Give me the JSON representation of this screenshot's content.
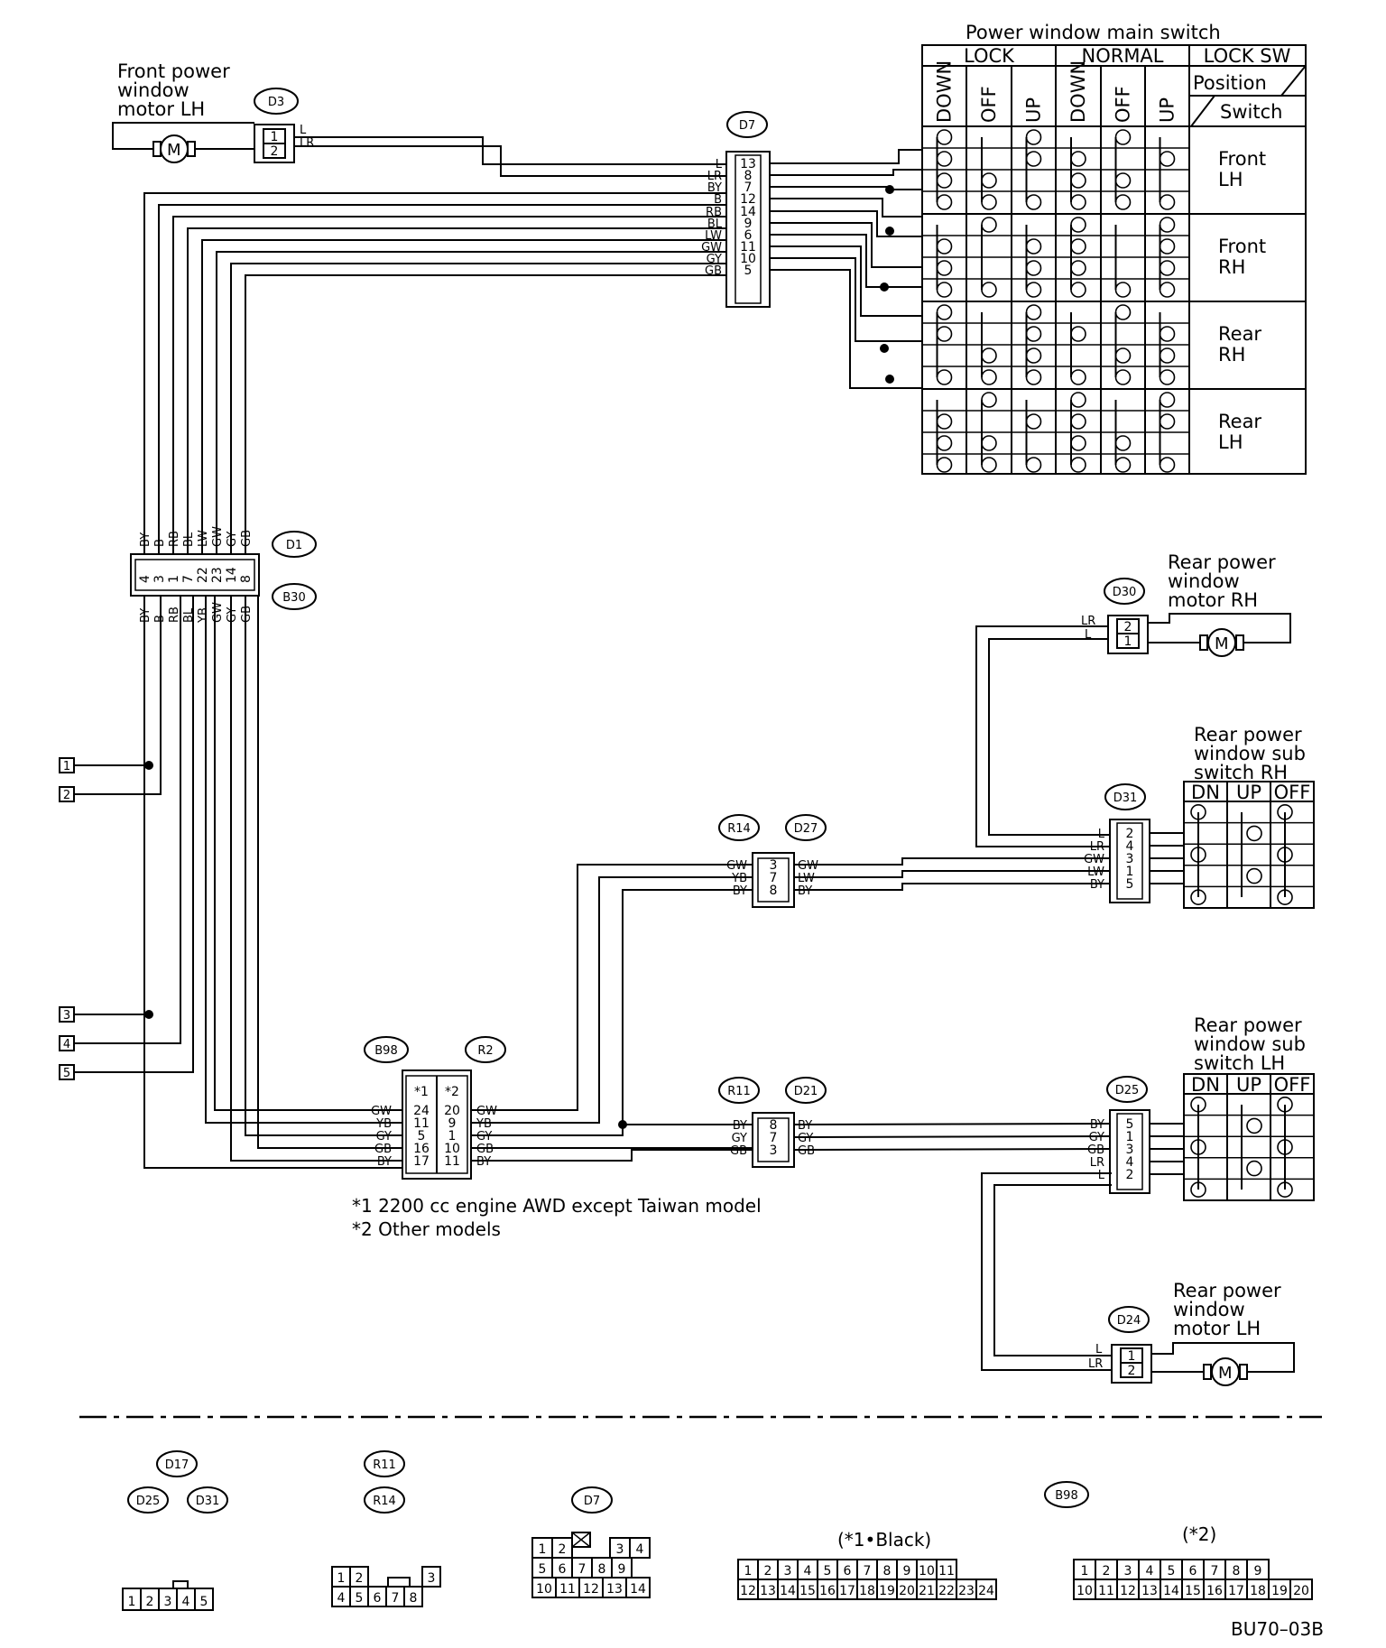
{
  "labels": {
    "main_switch_title": "Power window main switch",
    "front_lh_motor": [
      "Front power",
      "window",
      "motor LH"
    ],
    "rear_rh_motor": [
      "Rear power",
      "window",
      "motor RH"
    ],
    "rear_lh_motor": [
      "Rear power",
      "window",
      "motor LH"
    ],
    "rear_rh_sub": [
      "Rear power",
      "window sub",
      "switch RH"
    ],
    "rear_lh_sub": [
      "Rear power",
      "window sub",
      "switch LH"
    ]
  },
  "main_switch": {
    "groups": [
      "LOCK",
      "NORMAL",
      "LOCK SW"
    ],
    "columns": [
      "DOWN",
      "OFF",
      "UP",
      "DOWN",
      "OFF",
      "UP"
    ],
    "position_label": "Position",
    "switch_label": "Switch",
    "rows": [
      [
        "Front",
        "LH"
      ],
      [
        "Front",
        "RH"
      ],
      [
        "Rear",
        "RH"
      ],
      [
        "Rear",
        "LH"
      ]
    ]
  },
  "sub_switch": {
    "columns": [
      "DN",
      "UP",
      "OFF"
    ]
  },
  "connectors": {
    "d3": "D3",
    "d7": "D7",
    "d1": "D1",
    "b30": "B30",
    "d30": "D30",
    "d31": "D31",
    "r14": "R14",
    "d27": "D27",
    "b98": "B98",
    "r2": "R2",
    "r11": "R11",
    "d21": "D21",
    "d25": "D25",
    "d24": "D24",
    "d17": "D17"
  },
  "d7_wires": [
    "L",
    "LR",
    "BY",
    "B",
    "RB",
    "BL",
    "LW",
    "GW",
    "GY",
    "GB"
  ],
  "d7_pins": [
    "13",
    "8",
    "7",
    "12",
    "14",
    "9",
    "6",
    "11",
    "10",
    "5"
  ],
  "d1_wires": [
    "BY",
    "B",
    "RB",
    "BL",
    "LW",
    "GW",
    "GY",
    "GB"
  ],
  "d1_pins": [
    "4",
    "3",
    "1",
    "7",
    "22",
    "23",
    "14",
    "8"
  ],
  "b30_wires": [
    "BY",
    "B",
    "RB",
    "BL",
    "YB",
    "GW",
    "GY",
    "GB"
  ],
  "terminals": [
    "1",
    "2",
    "3",
    "4",
    "5"
  ],
  "d3": {
    "pins": [
      "1",
      "2"
    ],
    "wires": [
      "L",
      "LR"
    ]
  },
  "d30": {
    "pins": [
      "2",
      "1"
    ],
    "wires": [
      "LR",
      "L"
    ]
  },
  "d31": {
    "pins": [
      "2",
      "4",
      "3",
      "1",
      "5"
    ],
    "wires": [
      "L",
      "LR",
      "GW",
      "LW",
      "BY"
    ]
  },
  "r14": {
    "pins": [
      "3",
      "7",
      "8"
    ],
    "left": [
      "GW",
      "YB",
      "BY"
    ],
    "right": [
      "GW",
      "LW",
      "BY"
    ]
  },
  "b98": {
    "heads": [
      "*1",
      "*2"
    ],
    "pins1": [
      "24",
      "11",
      "5",
      "16",
      "17"
    ],
    "pins2": [
      "20",
      "9",
      "1",
      "10",
      "11"
    ],
    "left": [
      "GW",
      "YB",
      "GY",
      "GB",
      "BY"
    ],
    "right": [
      "GW",
      "YB",
      "GY",
      "GB",
      "BY"
    ]
  },
  "r11": {
    "pins": [
      "8",
      "7",
      "3"
    ],
    "left": [
      "BY",
      "GY",
      "GB"
    ],
    "right": [
      "BY",
      "GY",
      "GB"
    ]
  },
  "d25": {
    "pins": [
      "5",
      "1",
      "3",
      "4",
      "2"
    ],
    "wires": [
      "BY",
      "GY",
      "GB",
      "LR",
      "L"
    ]
  },
  "d24": {
    "pins": [
      "1",
      "2"
    ],
    "wires": [
      "L",
      "LR"
    ]
  },
  "notes": [
    "*1  2200 cc engine AWD except Taiwan model",
    "*2  Other models"
  ],
  "legend": {
    "black_note": "(*1•Black)",
    "other_note": "(*2)",
    "code": "BU70–03B",
    "conn5": [
      "1",
      "2",
      "3",
      "4",
      "5"
    ],
    "conn8_top": [
      "1",
      "2",
      "3"
    ],
    "conn8_bot": [
      "4",
      "5",
      "6",
      "7",
      "8"
    ],
    "d7_rows": [
      [
        "1",
        "2",
        "3",
        "4"
      ],
      [
        "5",
        "6",
        "7",
        "8",
        "9"
      ],
      [
        "10",
        "11",
        "12",
        "13",
        "14"
      ]
    ],
    "b98a_top": [
      "1",
      "2",
      "3",
      "4",
      "5",
      "6",
      "7",
      "8",
      "9",
      "10",
      "11"
    ],
    "b98a_bot": [
      "12",
      "13",
      "14",
      "15",
      "16",
      "17",
      "18",
      "19",
      "20",
      "21",
      "22",
      "23",
      "24"
    ],
    "b98b_top": [
      "1",
      "2",
      "3",
      "4",
      "5",
      "6",
      "7",
      "8",
      "9"
    ],
    "b98b_bot": [
      "10",
      "11",
      "12",
      "13",
      "14",
      "15",
      "16",
      "17",
      "18",
      "19",
      "20"
    ]
  }
}
